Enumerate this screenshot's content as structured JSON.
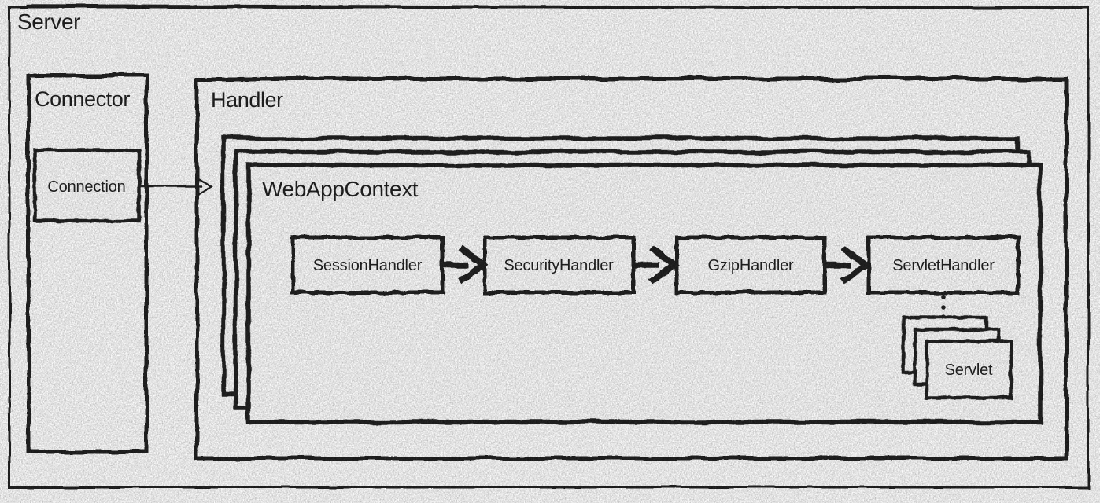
{
  "colors": {
    "ink": "#191919",
    "paper": "#fbfbfb"
  },
  "server": {
    "label": "Server"
  },
  "connector": {
    "label": "Connector",
    "connection": {
      "label": "Connection"
    }
  },
  "handler": {
    "label": "Handler",
    "web_app_context": {
      "label": "WebAppContext",
      "stacked_instances": 3,
      "handler_chain": [
        {
          "label": "SessionHandler"
        },
        {
          "label": "SecurityHandler"
        },
        {
          "label": "GzipHandler"
        },
        {
          "label": "ServletHandler"
        }
      ],
      "servlets": {
        "label": "Servlet",
        "stacked_instances": 3
      }
    }
  },
  "relations": [
    {
      "from": "Connection",
      "to": "WebAppContext",
      "style": "open-arrowhead"
    },
    {
      "from": "SessionHandler",
      "to": "SecurityHandler",
      "style": "chevron-arrow"
    },
    {
      "from": "SecurityHandler",
      "to": "GzipHandler",
      "style": "chevron-arrow"
    },
    {
      "from": "GzipHandler",
      "to": "ServletHandler",
      "style": "chevron-arrow"
    },
    {
      "from": "ServletHandler",
      "to": "Servlet",
      "style": "dotted-line"
    }
  ]
}
